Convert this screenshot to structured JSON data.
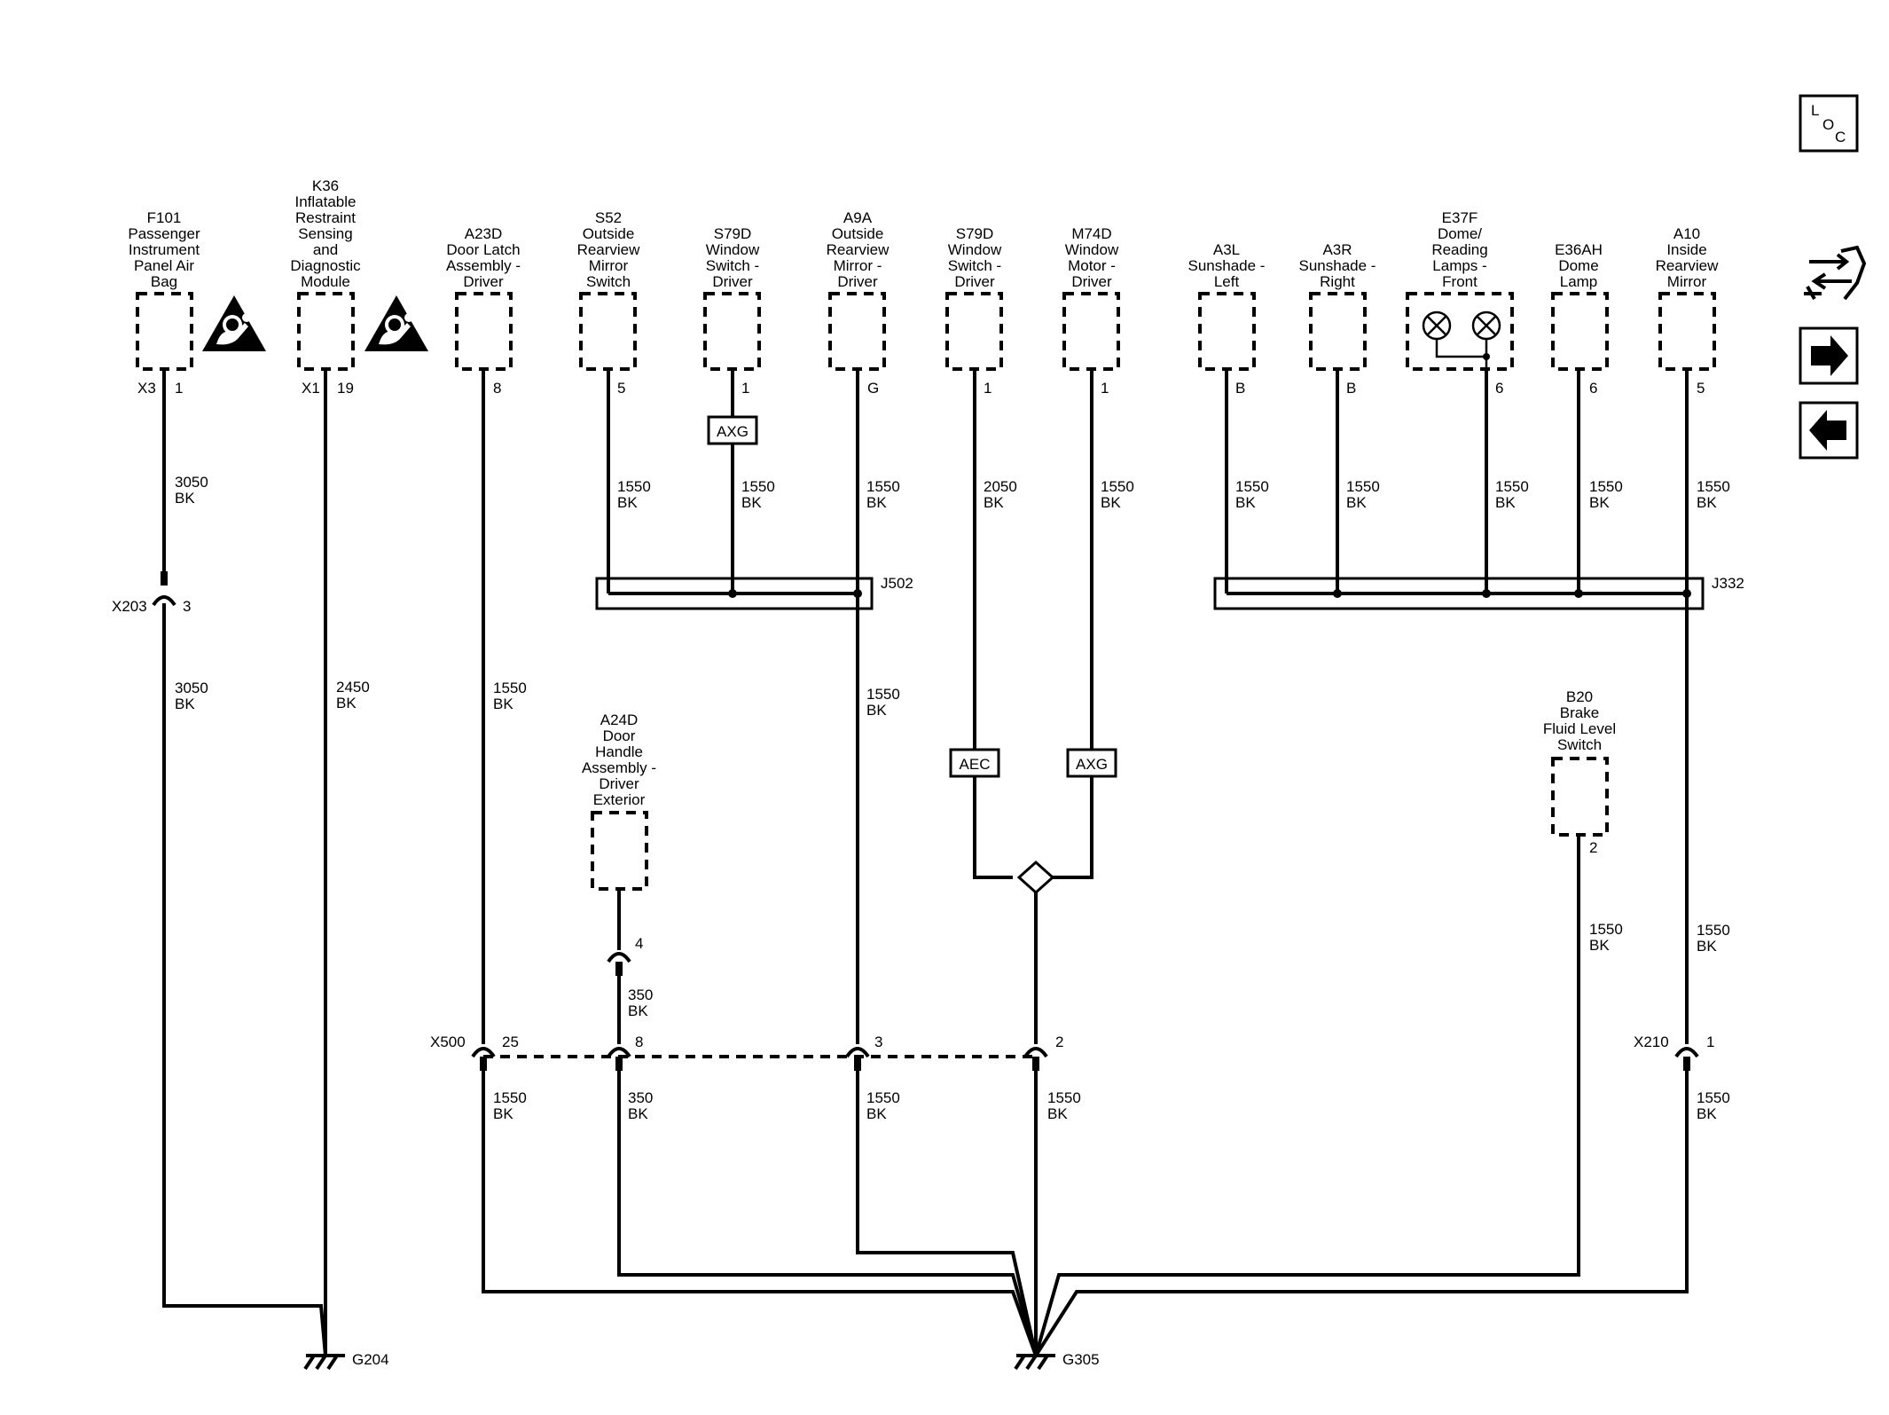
{
  "components": {
    "f101": [
      "F101",
      "Passenger",
      "Instrument",
      "Panel Air",
      "Bag"
    ],
    "k36": [
      "K36",
      "Inflatable",
      "Restraint",
      "Sensing",
      "and",
      "Diagnostic",
      "Module"
    ],
    "a23d": [
      "A23D",
      "Door Latch",
      "Assembly -",
      "Driver"
    ],
    "s52": [
      "S52",
      "Outside",
      "Rearview",
      "Mirror",
      "Switch"
    ],
    "s79d_a": [
      "S79D",
      "Window",
      "Switch -",
      "Driver"
    ],
    "a9a": [
      "A9A",
      "Outside",
      "Rearview",
      "Mirror -",
      "Driver"
    ],
    "s79d_b": [
      "S79D",
      "Window",
      "Switch -",
      "Driver"
    ],
    "m74d": [
      "M74D",
      "Window",
      "Motor -",
      "Driver"
    ],
    "a3l": [
      "A3L",
      "Sunshade -",
      "Left"
    ],
    "a3r": [
      "A3R",
      "Sunshade -",
      "Right"
    ],
    "e37f": [
      "E37F",
      "Dome/",
      "Reading",
      "Lamps -",
      "Front"
    ],
    "e36ah": [
      "E36AH",
      "Dome",
      "Lamp"
    ],
    "a10": [
      "A10",
      "Inside",
      "Rearview",
      "Mirror"
    ],
    "a24d": [
      "A24D",
      "Door",
      "Handle",
      "Assembly -",
      "Driver",
      "Exterior"
    ],
    "b20": [
      "B20",
      "Brake",
      "Fluid Level",
      "Switch"
    ]
  },
  "pins": {
    "f101_conn": "X3",
    "f101_pin": "1",
    "k36_conn": "X1",
    "k36_pin": "19",
    "a23d": "8",
    "s52": "5",
    "s79d_a": "1",
    "a9a": "G",
    "s79d_b": "1",
    "m74d": "1",
    "a3l": "B",
    "a3r": "B",
    "e37f": "6",
    "e36ah": "6",
    "a10": "5",
    "a24d": "4",
    "b20": "2"
  },
  "wires": {
    "f101_top": [
      "3050",
      "BK"
    ],
    "f101_bottom": [
      "3050",
      "BK"
    ],
    "k36": [
      "2450",
      "BK"
    ],
    "a23d_top": [
      "1550",
      "BK"
    ],
    "a23d_bottom": [
      "1550",
      "BK"
    ],
    "s52": [
      "1550",
      "BK"
    ],
    "s79d_a": [
      "1550",
      "BK"
    ],
    "a9a_top": [
      "1550",
      "BK"
    ],
    "a9a_mid": [
      "1550",
      "BK"
    ],
    "a9a_bottom": [
      "1550",
      "BK"
    ],
    "s79d_b": [
      "2050",
      "BK"
    ],
    "m74d": [
      "1550",
      "BK"
    ],
    "a3l": [
      "1550",
      "BK"
    ],
    "a3r": [
      "1550",
      "BK"
    ],
    "e37f": [
      "1550",
      "BK"
    ],
    "e36ah": [
      "1550",
      "BK"
    ],
    "a10_top": [
      "1550",
      "BK"
    ],
    "a10_mid": [
      "1550",
      "BK"
    ],
    "a10_bottom": [
      "1550",
      "BK"
    ],
    "a24d_top": [
      "350",
      "BK"
    ],
    "a24d_bottom": [
      "350",
      "BK"
    ],
    "g305_left": [
      "1550",
      "BK"
    ],
    "b20": [
      "1550",
      "BK"
    ]
  },
  "connectors": {
    "x203": "X203",
    "x203_pin": "3",
    "x500": "X500",
    "x500_pins": [
      "25",
      "8",
      "3",
      "2"
    ],
    "x210": "X210",
    "x210_pin": "1"
  },
  "splices": {
    "j502": "J502",
    "j332": "J332"
  },
  "options": {
    "axg_a": "AXG",
    "aec": "AEC",
    "axg_b": "AXG"
  },
  "grounds": {
    "g204": "G204",
    "g305": "G305"
  },
  "toolbar": {
    "loc_l": "L",
    "loc_o": "O",
    "loc_c": "C"
  },
  "icons": {
    "airbag": "airbag-warning-icon",
    "service": "connector-service-icon",
    "next": "arrow-right-icon",
    "prev": "arrow-left-icon"
  }
}
